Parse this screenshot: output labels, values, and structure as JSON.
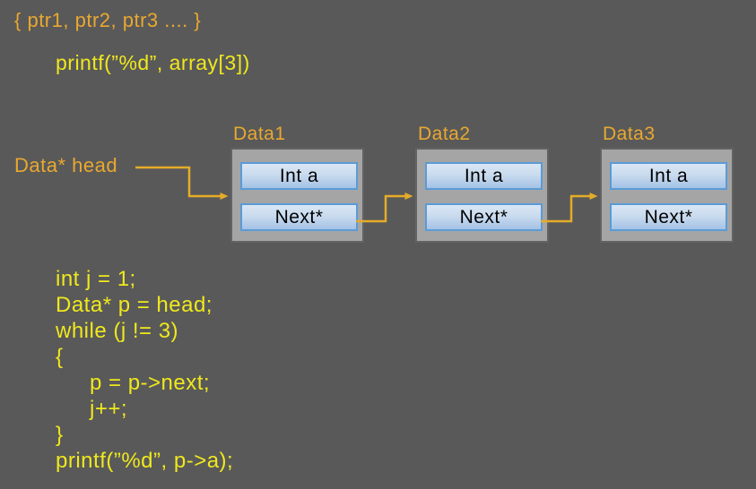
{
  "slide": {
    "header": {
      "pointer_set_text": "{ ptr1, ptr2, ptr3 .... }",
      "printf_array_text": "printf(”%d”, array[3])"
    },
    "head_pointer_label": "Data* head",
    "nodes": [
      {
        "title": "Data1",
        "fields": [
          "Int a",
          "Next*"
        ]
      },
      {
        "title": "Data2",
        "fields": [
          "Int a",
          "Next*"
        ]
      },
      {
        "title": "Data3",
        "fields": [
          "Int a",
          "Next*"
        ]
      }
    ],
    "connections": [
      {
        "from": "Data* head",
        "to": "Data1"
      },
      {
        "from": "Data1 Next*",
        "to": "Data2"
      },
      {
        "from": "Data2 Next*",
        "to": "Data3"
      }
    ],
    "code_lines": [
      {
        "text": "int j = 1;",
        "indent": 0
      },
      {
        "text": "Data* p = head;",
        "indent": 0
      },
      {
        "text": "while (j != 3)",
        "indent": 0
      },
      {
        "text": "{",
        "indent": 0
      },
      {
        "text": "p = p->next;",
        "indent": 1
      },
      {
        "text": "j++;",
        "indent": 1
      },
      {
        "text": "}",
        "indent": 0
      },
      {
        "text": "printf(”%d”, p->a);",
        "indent": 0
      }
    ]
  },
  "colors": {
    "background": "#595959",
    "amber_text": "#E9A82F",
    "yellow_text": "#EFE81D",
    "arrow": "#E5AC28",
    "node_fill": "#A5A5A5",
    "node_border": "#636363",
    "field_border": "#5B9BD5",
    "field_fill_top": "#DAE7F5",
    "field_fill_bottom": "#A4C2E6",
    "field_text": "#000000"
  }
}
